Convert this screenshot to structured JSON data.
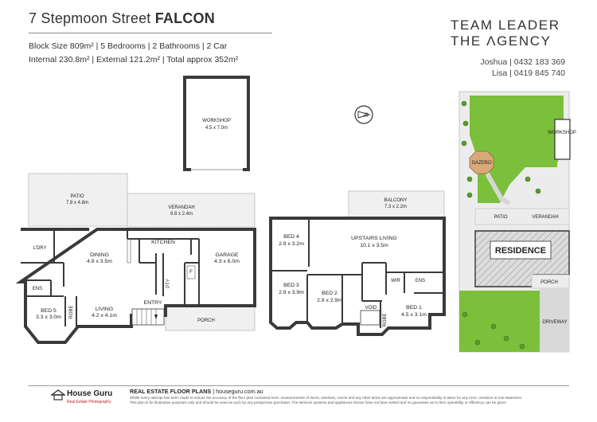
{
  "header": {
    "street": "7 Stepmoon Street",
    "suburb": "FALCON",
    "spec_line1": "Block Size 809m² | 5 Bedrooms | 2 Bathrooms | 2 Car",
    "spec_line2": "Internal 230.8m² | External 121.2m² | Total approx 352m²"
  },
  "agency": {
    "line1": "TEAM LEADER",
    "line2": "THE ΛGENCY",
    "contact1": "Joshua | 0432 183 369",
    "contact2": "Lisa | 0419 845 740"
  },
  "compass": {
    "letter": "N"
  },
  "rooms": {
    "workshop": {
      "name": "WORKSHOP",
      "dims": "4.5 x 7.0m"
    },
    "patio": {
      "name": "PATIO",
      "dims": "7.8 x 4.8m"
    },
    "verandah": {
      "name": "VERANDAH",
      "dims": "9.8 x 2.4m"
    },
    "ldry": {
      "name": "L'DRY"
    },
    "dining": {
      "name": "DINING",
      "dims": "4.9 x 3.5m"
    },
    "kitchen": {
      "name": "KITCHEN"
    },
    "garage": {
      "name": "GARAGE",
      "dims": "4.3 x 6.0m"
    },
    "ens": {
      "name": "ENS"
    },
    "pty": {
      "name": "PTY"
    },
    "f": {
      "name": "F"
    },
    "bed5": {
      "name": "BED 5",
      "dims": "3.3 x 3.0m"
    },
    "robe": {
      "name": "ROBE"
    },
    "living": {
      "name": "LIVING",
      "dims": "4.2 x 4.1m"
    },
    "entry": {
      "name": "ENTRY"
    },
    "porch": {
      "name": "PORCH"
    },
    "balcony": {
      "name": "BALCONY",
      "dims": "7.3 x 2.2m"
    },
    "bed4": {
      "name": "BED 4",
      "dims": "2.9 x 3.2m"
    },
    "upstairs_living": {
      "name": "UPSTAIRS LIVING",
      "dims": "10.1 x 3.5m"
    },
    "bed3": {
      "name": "BED 3",
      "dims": "2.9 x 3.9m"
    },
    "bed2": {
      "name": "BED 2",
      "dims": "2.9 x 2.9m"
    },
    "wir": {
      "name": "WIR"
    },
    "ens_up": {
      "name": "ENS"
    },
    "void": {
      "name": "VOID"
    },
    "robe_up": {
      "name": "ROBE"
    },
    "bed1": {
      "name": "BED 1",
      "dims": "4.5 x 3.1m"
    }
  },
  "site": {
    "workshop": "WORKSHOP",
    "gazebo": "GAZEBO",
    "patio": "PATIO",
    "verandah": "VERANDAH",
    "residence": "RESIDENCE",
    "porch": "PORCH",
    "driveway": "DRIVEWAY"
  },
  "footer": {
    "brand": "House Guru",
    "brand_sub": "Real Estate Photography",
    "heading_bold": "REAL ESTATE FLOOR PLANS",
    "heading_rest": " | houseguru.com.au",
    "disclaimer1": "Whilst every attempt has been made to ensure the accuracy of the floor plan contained here, measurements of doors, windows, rooms and any other items are approximate and no responsibility is taken for any error, omission or mis-statement.",
    "disclaimer2": "This plan is for illustrative purposes only and should be used as such by any prospective purchaser. The services systems and appliances shown have not been tested and no guarantee as to their operability or efficiency can be given."
  },
  "colors": {
    "outdoor_fill": "#e9e9e9",
    "lawn": "#7bbf3a",
    "residence_hatch": "#c8c8c8",
    "wall": "#3a3a3a"
  }
}
